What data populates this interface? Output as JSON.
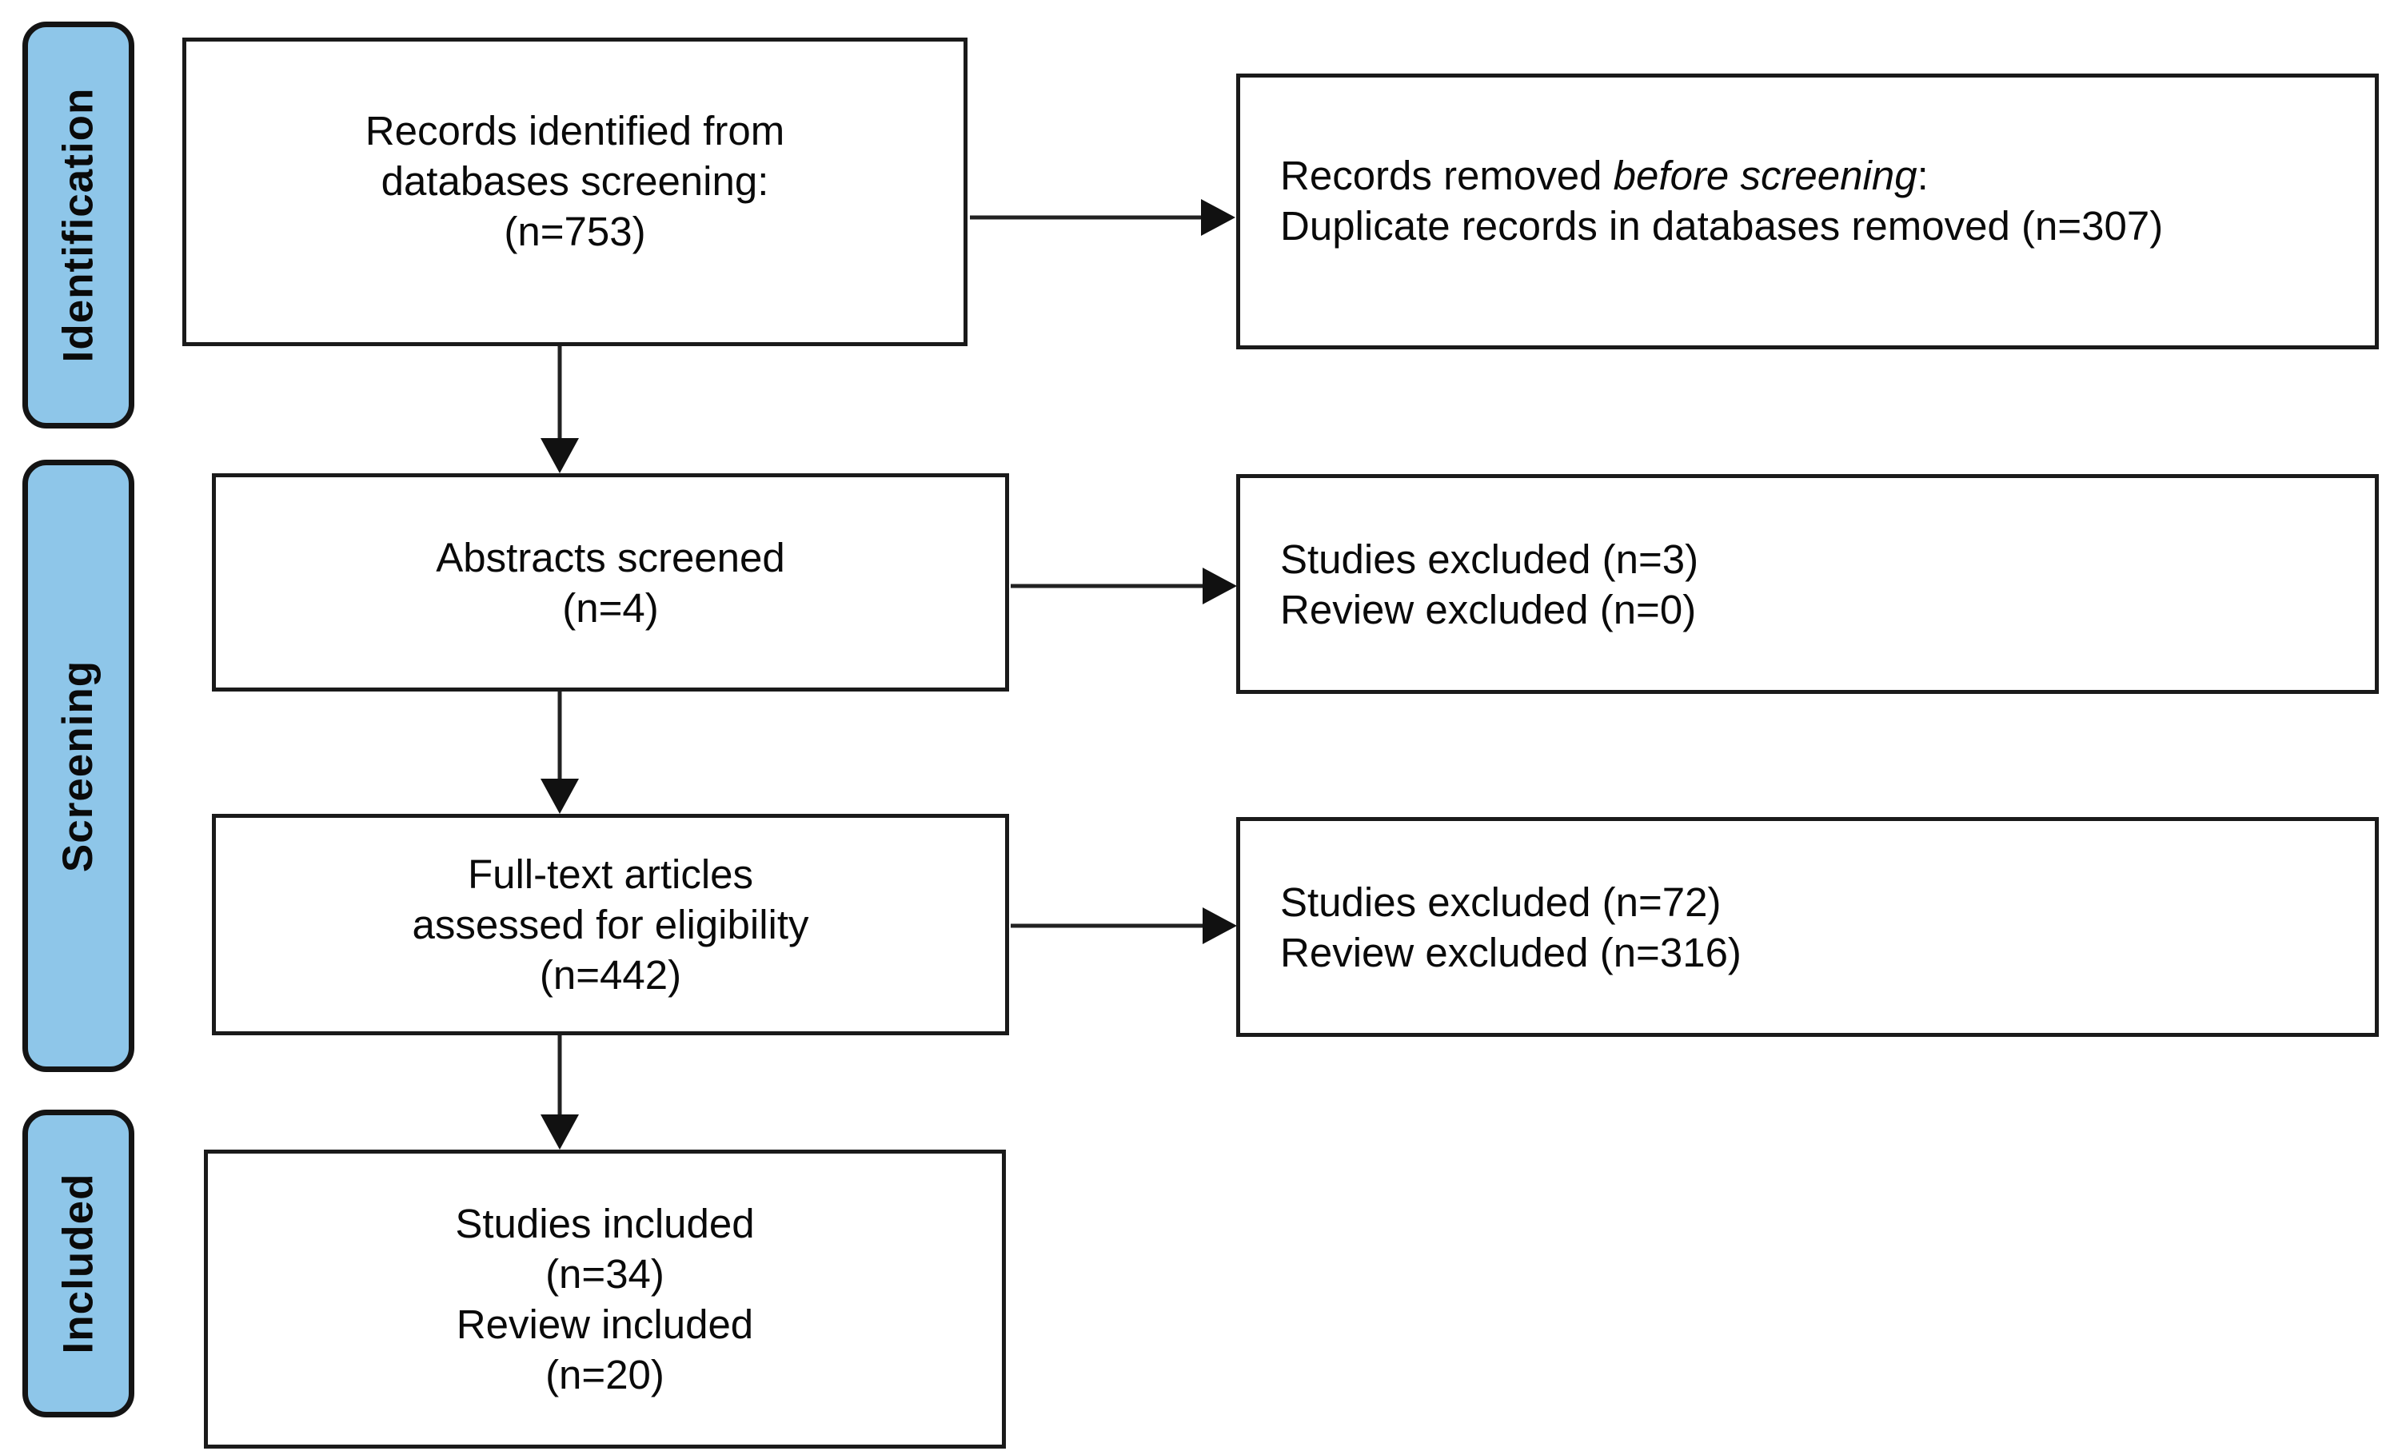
{
  "diagram_kind": "prisma-flowchart",
  "stages": {
    "identification": "Identification",
    "screening": "Screening",
    "included": "Included"
  },
  "boxes": {
    "records_identified": {
      "line1": "Records identified from",
      "line2": "databases screening:",
      "line3": "(n=753)"
    },
    "records_removed": {
      "prefix": "Records removed ",
      "italic": "before screening",
      "suffix": ":",
      "line2": "Duplicate records in databases removed (n=307)"
    },
    "abstracts_screened": {
      "line1": "Abstracts screened",
      "line2": "(n=4)"
    },
    "abstracts_excluded": {
      "line1": "Studies excluded (n=3)",
      "line2": "Review excluded (n=0)"
    },
    "fulltext_assessed": {
      "line1": "Full-text articles",
      "line2": "assessed for eligibility",
      "line3": "(n=442)"
    },
    "fulltext_excluded": {
      "line1": "Studies excluded (n=72)",
      "line2": "Review excluded (n=316)"
    },
    "studies_included": {
      "line1": "Studies included",
      "line2": "(n=34)",
      "line3": "Review included",
      "line4": "(n=20)"
    }
  },
  "icons": {
    "down_arrow": "▼",
    "right_arrow": "►"
  },
  "colors": {
    "stage_fill": "#8EC6E9",
    "stage_border": "#141414",
    "box_fill": "#FFFFFF",
    "box_border": "#1A1A1A",
    "arrow": "#222222",
    "text": "#0A0A0A"
  }
}
